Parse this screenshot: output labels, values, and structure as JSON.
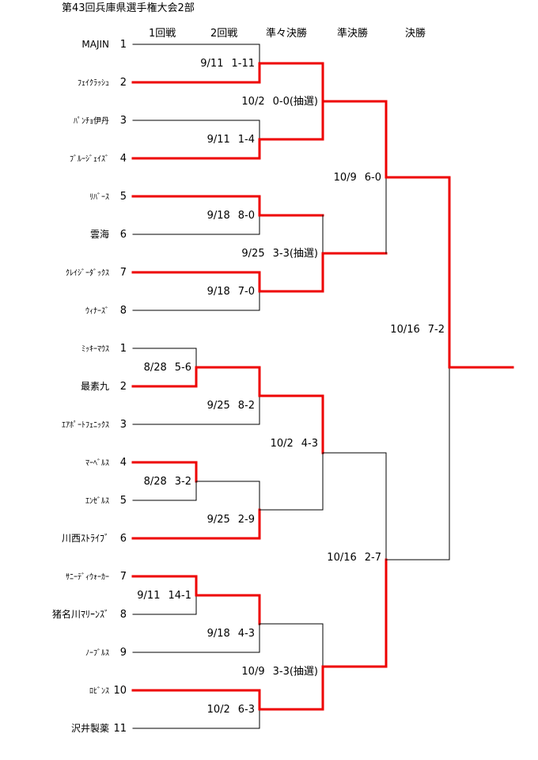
{
  "title": "第43回兵庫県選手権大会2部",
  "rounds": [
    "1回戦",
    "2回戦",
    "準々決勝",
    "準決勝",
    "決勝"
  ],
  "colors": {
    "win": "#ee0000",
    "line": "#000000"
  },
  "teams": [
    {
      "name": "MAJIN",
      "seed": "1"
    },
    {
      "name": "ﾌｪｲｸﾗｯｼｭ",
      "seed": "2"
    },
    {
      "name": "ﾊﾟﾝﾁｮ伊丹",
      "seed": "3"
    },
    {
      "name": "ﾌﾞﾙｰｼﾞｪｲｽﾞ",
      "seed": "4"
    },
    {
      "name": "ﾘﾊﾞｰｽ",
      "seed": "5"
    },
    {
      "name": "雲海",
      "seed": "6"
    },
    {
      "name": "ｸﾚｲｼﾞｰﾀﾞｯｸｽ",
      "seed": "7"
    },
    {
      "name": "ｳｨﾅｰｽﾞ",
      "seed": "8"
    },
    {
      "name": "ﾐｯｷｰﾏｳｽ",
      "seed": "1"
    },
    {
      "name": "最素九",
      "seed": "2"
    },
    {
      "name": "ｴｱﾎﾟｰﾄﾌｪﾆｯｸｽ",
      "seed": "3"
    },
    {
      "name": "ﾏｰﾍﾞﾙｽ",
      "seed": "4"
    },
    {
      "name": "ｴﾝｾﾞﾙｽ",
      "seed": "5"
    },
    {
      "name": "川西ｽﾄﾗｲﾌﾞ",
      "seed": "6"
    },
    {
      "name": "ｻﾆｰﾃﾞｨｳｫｰｶｰ",
      "seed": "7"
    },
    {
      "name": "猪名川ﾏﾘｰﾝｽﾞ",
      "seed": "8"
    },
    {
      "name": "ﾉｰﾌﾞﾙｽ",
      "seed": "9"
    },
    {
      "name": "ﾛﾋﾞﾝｽ",
      "seed": "10"
    },
    {
      "name": "沢井製薬",
      "seed": "11"
    }
  ],
  "results": [
    {
      "id": "r2-1",
      "date": "9/11",
      "score": "1-11"
    },
    {
      "id": "qf-1",
      "date": "10/2",
      "score": "0-0(抽選)"
    },
    {
      "id": "r2-2",
      "date": "9/11",
      "score": "1-4"
    },
    {
      "id": "sf-1",
      "date": "10/9",
      "score": "6-0"
    },
    {
      "id": "r2-3",
      "date": "9/18",
      "score": "8-0"
    },
    {
      "id": "qf-2",
      "date": "9/25",
      "score": "3-3(抽選)"
    },
    {
      "id": "r2-4",
      "date": "9/18",
      "score": "7-0"
    },
    {
      "id": "f-1",
      "date": "10/16",
      "score": "7-2"
    },
    {
      "id": "r1-1",
      "date": "8/28",
      "score": "5-6"
    },
    {
      "id": "r2-5",
      "date": "9/25",
      "score": "8-2"
    },
    {
      "id": "qf-3",
      "date": "10/2",
      "score": "4-3"
    },
    {
      "id": "r1-2",
      "date": "8/28",
      "score": "3-2"
    },
    {
      "id": "r2-6",
      "date": "9/25",
      "score": "2-9"
    },
    {
      "id": "sf-2",
      "date": "10/16",
      "score": "2-7"
    },
    {
      "id": "r1-3",
      "date": "9/11",
      "score": "14-1"
    },
    {
      "id": "r2-7",
      "date": "9/18",
      "score": "4-3"
    },
    {
      "id": "qf-4",
      "date": "10/9",
      "score": "3-3(抽選)"
    },
    {
      "id": "r2-8",
      "date": "10/2",
      "score": "6-3"
    }
  ]
}
